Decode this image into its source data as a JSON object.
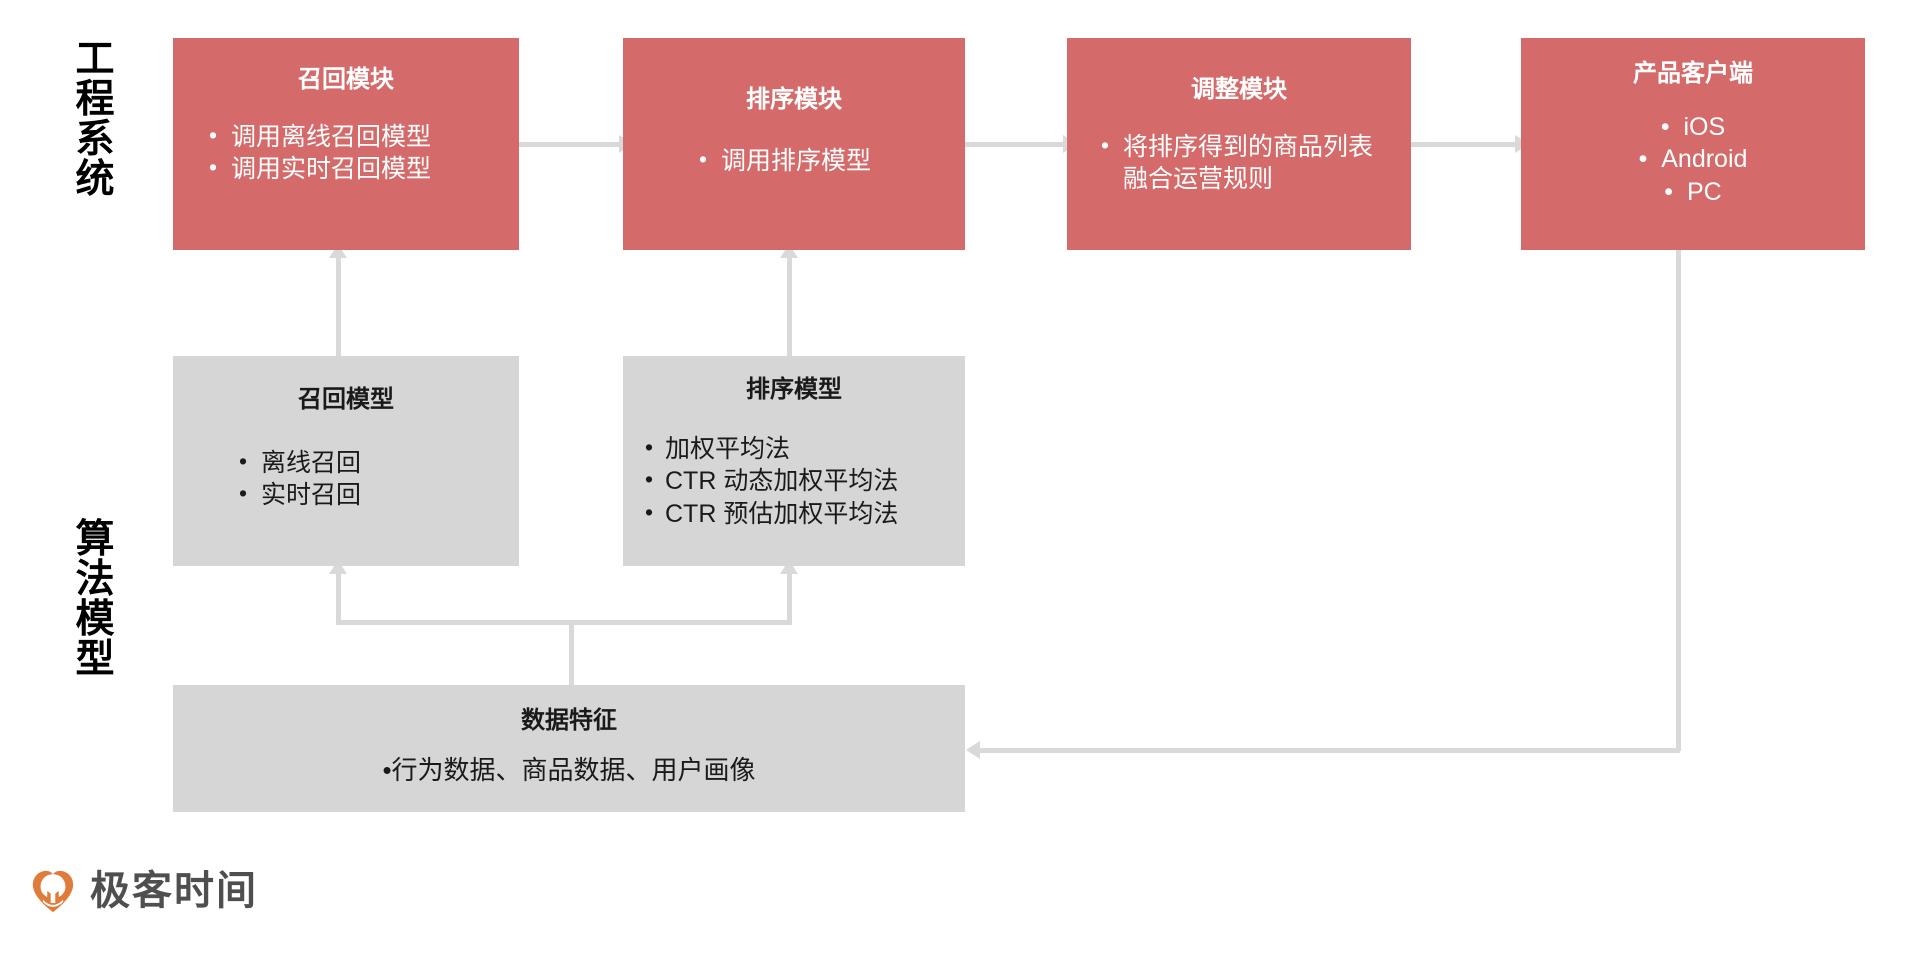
{
  "sections": {
    "engineering_label": "工程系统",
    "algorithm_label": "算法模型"
  },
  "colors": {
    "module_box": "#d46a6a",
    "model_box": "#d6d6d6",
    "connector": "#d8d9da",
    "logo_mark": "#e07b39",
    "logo_text": "#4f4f4f"
  },
  "engineering_boxes": [
    {
      "title": "召回模块",
      "items": [
        "调用离线召回模型",
        "调用实时召回模型"
      ]
    },
    {
      "title": "排序模块",
      "items": [
        "调用排序模型"
      ]
    },
    {
      "title": "调整模块",
      "items": [
        "将排序得到的商品列表融合运营规则"
      ]
    },
    {
      "title": "产品客户端",
      "items": [
        "iOS",
        "Android",
        "PC"
      ]
    }
  ],
  "algorithm_boxes": [
    {
      "title": "召回模型",
      "items": [
        "离线召回",
        "实时召回"
      ]
    },
    {
      "title": "排序模型",
      "items": [
        "加权平均法",
        "CTR 动态加权平均法",
        "CTR 预估加权平均法"
      ]
    }
  ],
  "data_box": {
    "title": "数据特征",
    "text": "•行为数据、商品数据、用户画像"
  },
  "logo": {
    "text": "极客时间",
    "mark": "geektime-heart-icon"
  }
}
